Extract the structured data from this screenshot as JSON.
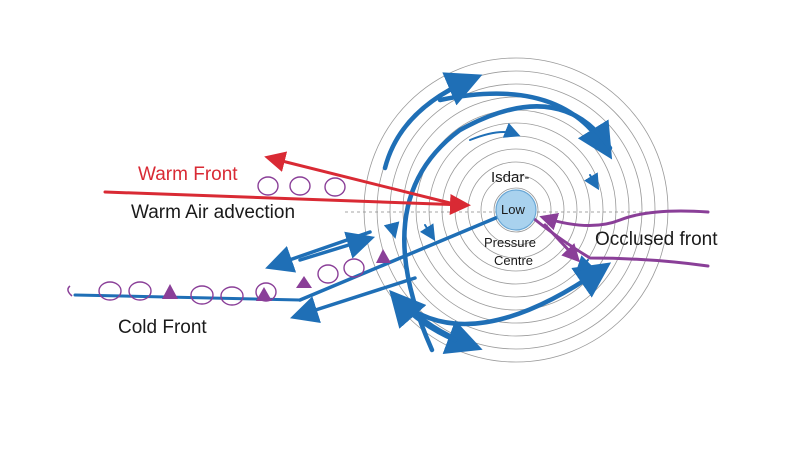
{
  "labels": {
    "warm_front": "Warm Front",
    "warm_air_advection": "Warm Air advection",
    "cold_front": "Cold Front",
    "occluded_front": "Occlused front",
    "centre_line1": "Isdar-",
    "centre_line2": "Low",
    "centre_line3": "Pressure",
    "centre_line4": "Centre"
  },
  "colors": {
    "warm": "#d92a34",
    "cold": "#1f6fb6",
    "occluded": "#8a3f98",
    "isobar": "#9a9a9a",
    "centre": "#a9d2ee"
  }
}
